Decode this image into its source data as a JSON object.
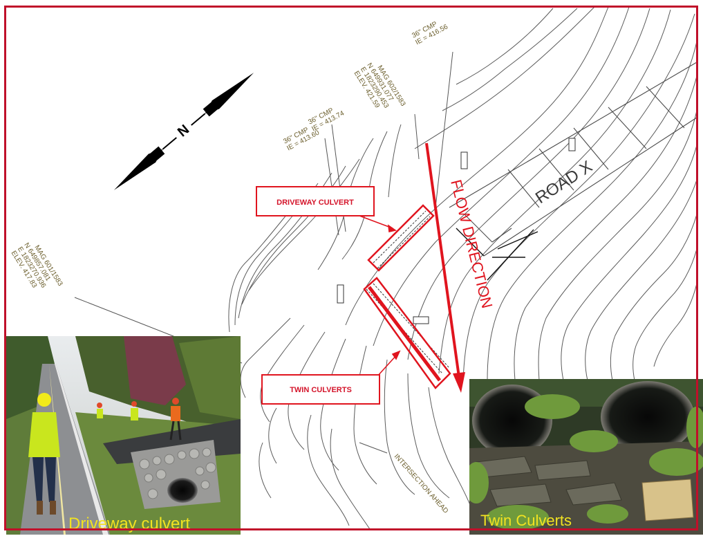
{
  "colors": {
    "frame": "#c0102a",
    "annotation_red": "#e0141e",
    "caption_yellow": "#f2e321",
    "survey_text": "#6b5e2c"
  },
  "north": {
    "letter": "N"
  },
  "road_label": "ROAD X",
  "flow_label": "FLOW DIRECTION",
  "callouts": {
    "driveway": "DRIVEWAY CULVERT",
    "twin": "TWIN CULVERTS"
  },
  "survey_points": {
    "mag602": [
      "MAG 602/1583",
      "N 649931.077",
      "E 1823290.453",
      "ELEV. 421.59"
    ],
    "mag601": [
      "MAG 601/1583",
      "N 649857.081",
      "E 1823270.936",
      "ELEV. 417.83"
    ]
  },
  "pipes": {
    "top": [
      "36\" CMP",
      "IE = 416.56"
    ],
    "mid1": [
      "36\" CMP",
      "IE = 413.74"
    ],
    "mid2": [
      "36\" CMP",
      "IE = 413.60"
    ]
  },
  "intersection": "INTERSECTION AHEAD",
  "photos": {
    "driveway_caption": "Driveway culvert",
    "twin_caption": "Twin Culverts"
  }
}
